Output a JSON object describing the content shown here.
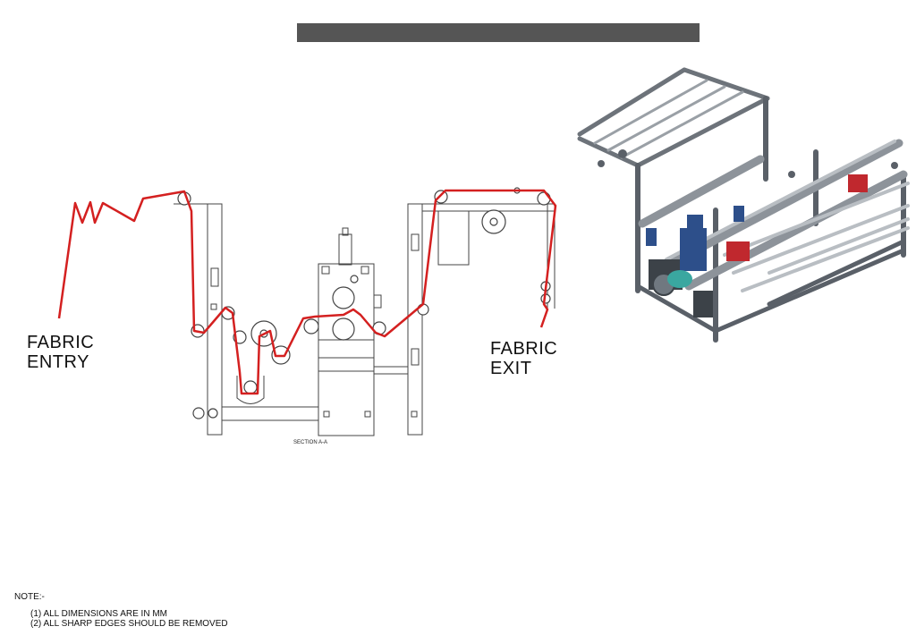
{
  "title_bar": "",
  "labels": {
    "fabric_entry": "FABRIC\nENTRY",
    "fabric_exit": "FABRIC\nEXIT",
    "section": "SECTION A-A"
  },
  "notes": {
    "heading": "NOTE:-",
    "items": [
      "(1) ALL DIMENSIONS ARE IN MM",
      "(2) ALL SHARP EDGES SHOULD BE REMOVED"
    ]
  },
  "colors": {
    "fabric_path": "#d42020",
    "frame_line": "#444444",
    "iso_frame": "#7a8088",
    "iso_dark": "#3c4248",
    "iso_red": "#c0282e",
    "iso_blue": "#2d4f8a",
    "iso_teal": "#3aa7a0"
  }
}
